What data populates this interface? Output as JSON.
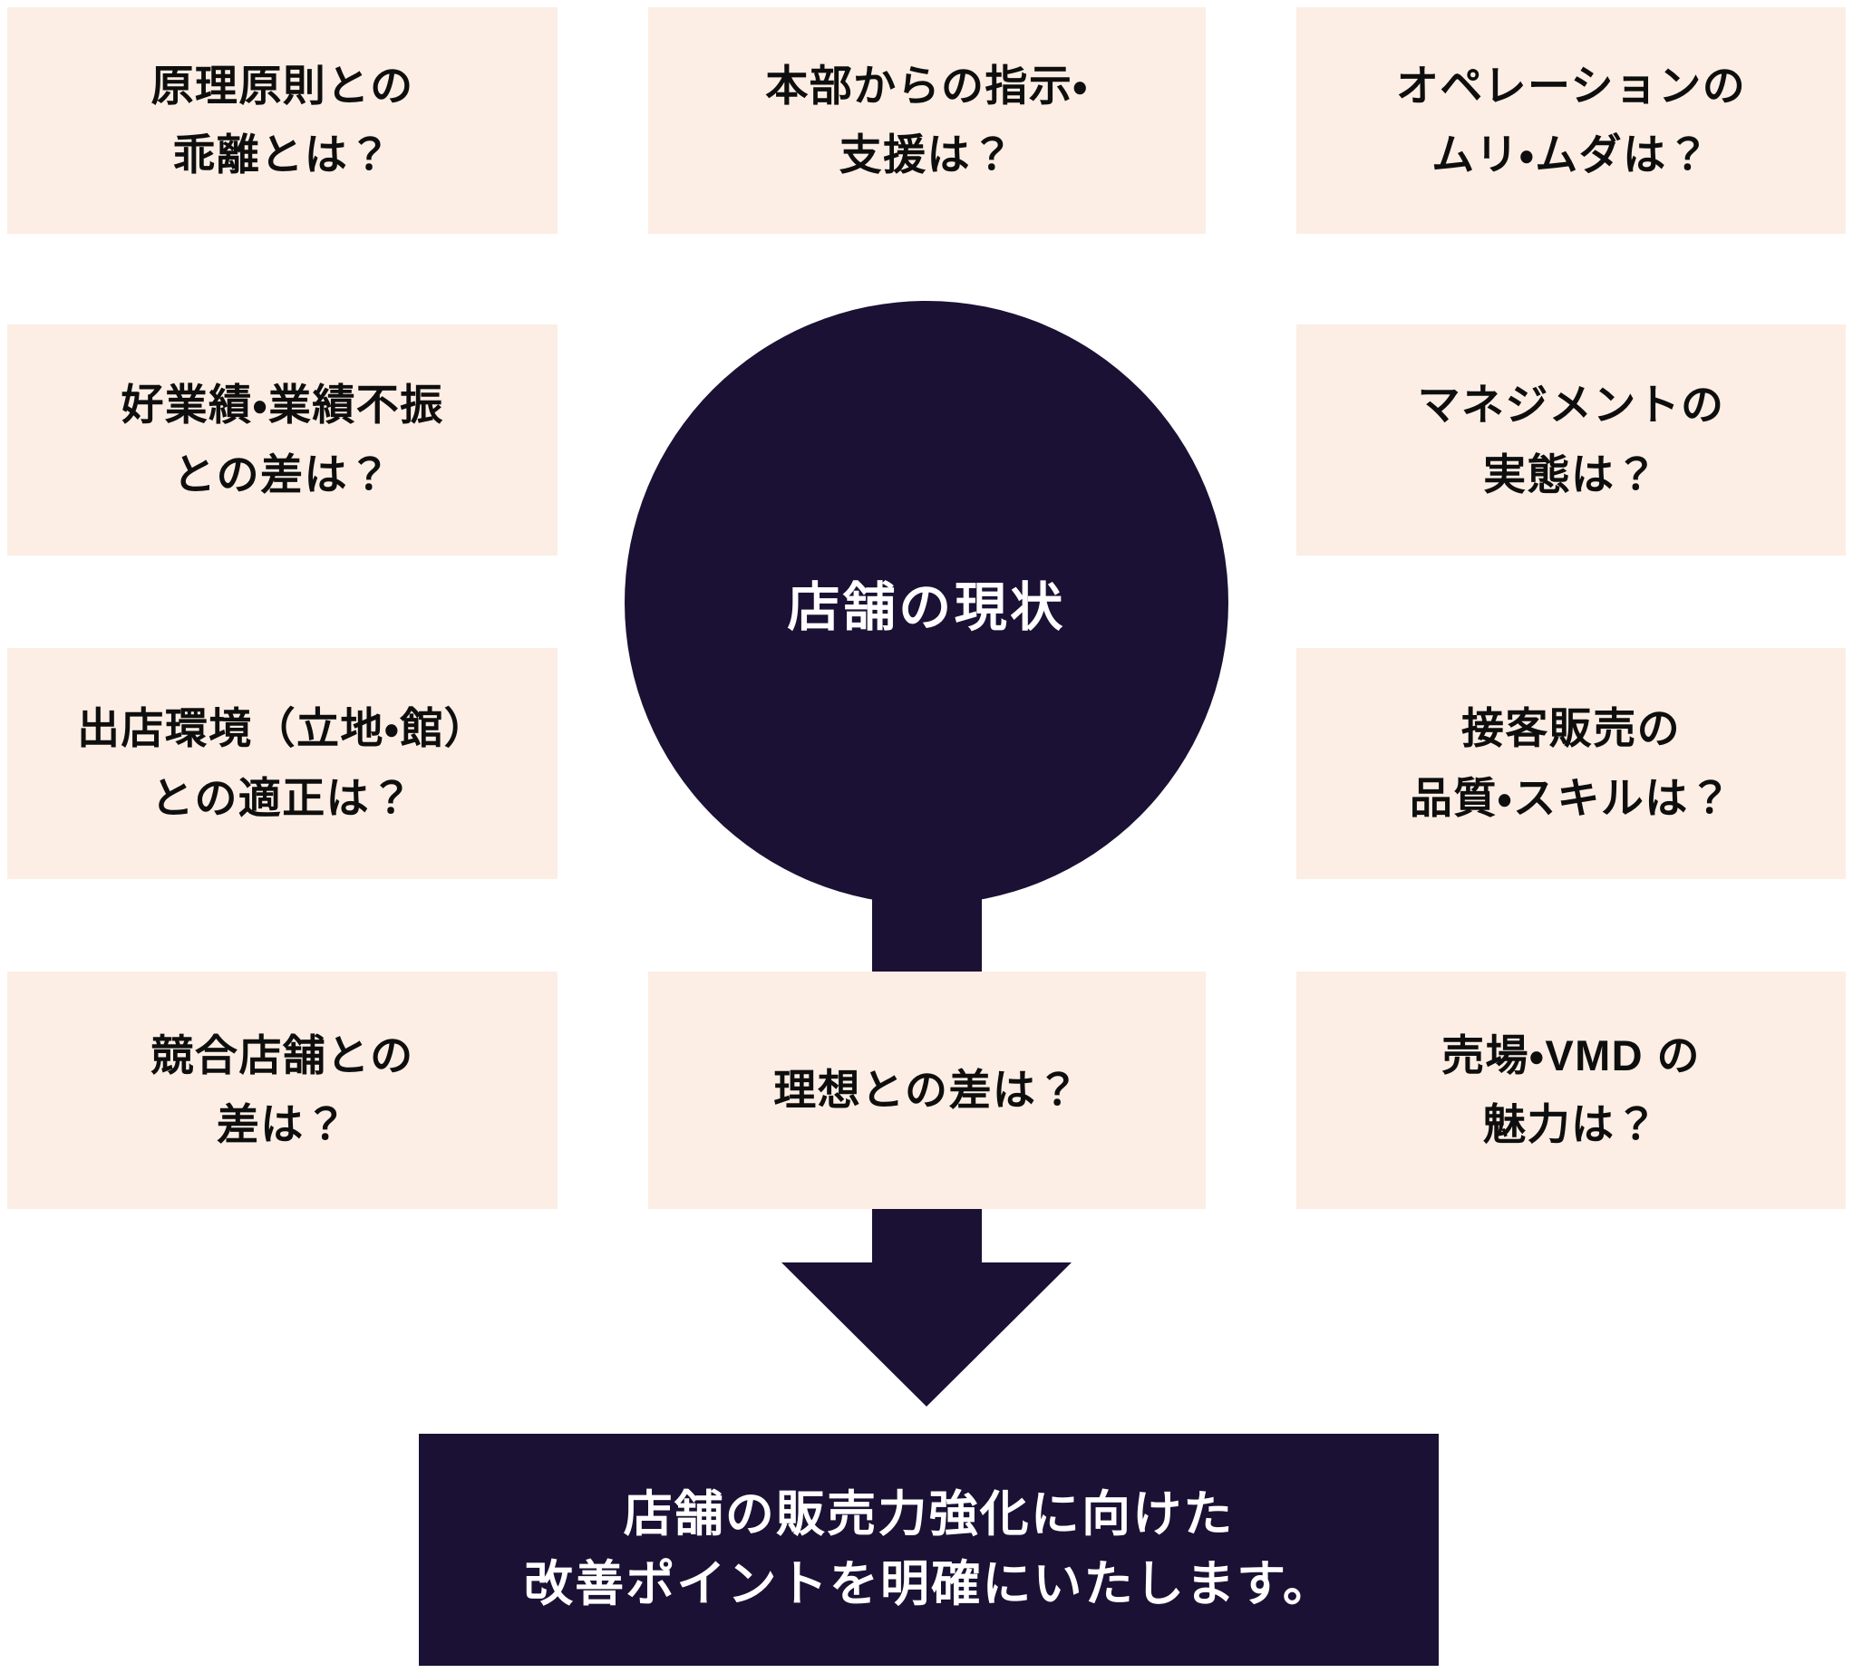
{
  "colors": {
    "page_background": "#ffffff",
    "question_box_background": "#fceee4",
    "dark_shape": "#1b1134",
    "question_text": "#0e0e0e",
    "light_text": "#ffffff"
  },
  "hub": {
    "label": "店舗の現状"
  },
  "question_boxes": [
    {
      "id": "principles",
      "line1": "原理原則との",
      "line2": "乖離とは？"
    },
    {
      "id": "hq-support",
      "line1": "本部からの指示・",
      "line2": "支援は？"
    },
    {
      "id": "operation",
      "line1": "オペレーションの",
      "line2": "ムリ・ムダは？"
    },
    {
      "id": "performance-gap",
      "line1": "好業績・業績不振",
      "line2": "との差は？"
    },
    {
      "id": "management",
      "line1": "マネジメントの",
      "line2": "実態は？"
    },
    {
      "id": "location-fit",
      "line1": "出店環境（立地・館）",
      "line2": "との適正は？"
    },
    {
      "id": "service-skill",
      "line1": "接客販売の",
      "line2": "品質・スキルは？"
    },
    {
      "id": "competitors",
      "line1": "競合店舗との",
      "line2": "差は？"
    },
    {
      "id": "ideal-gap",
      "line1": "理想との差は？"
    },
    {
      "id": "vmd-appeal",
      "line1": "売場・VMD の",
      "line2": "魅力は？"
    }
  ],
  "conclusion": {
    "line1": "店舗の販売力強化に向けた",
    "line2": "改善ポイントを明確にいたします。"
  }
}
